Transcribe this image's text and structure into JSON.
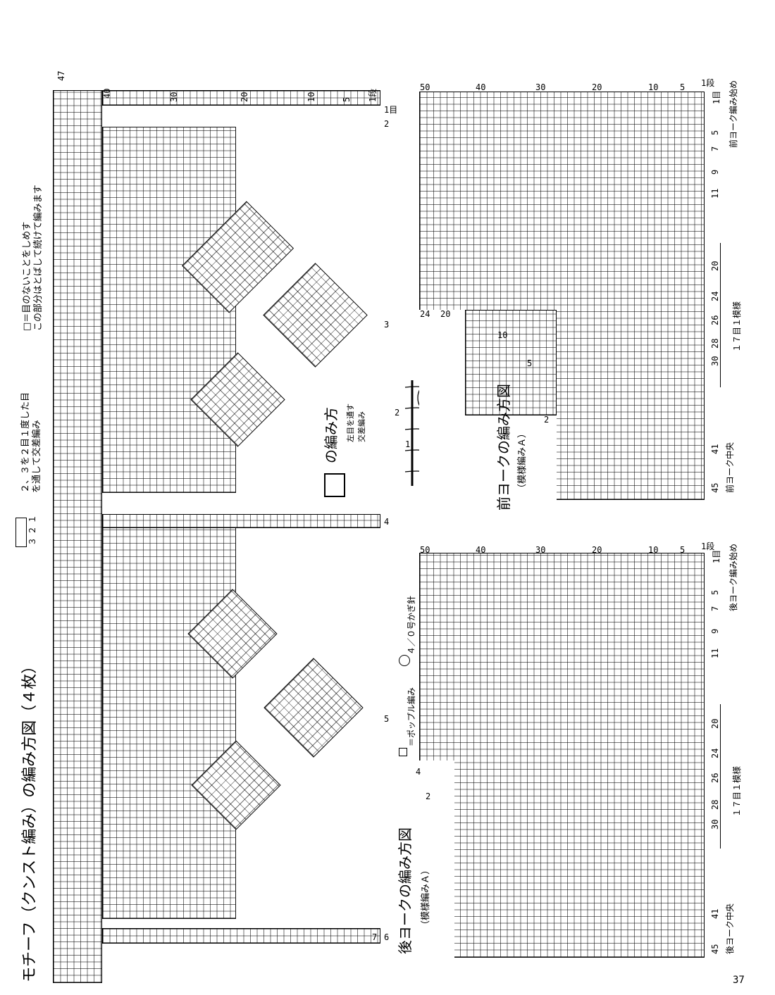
{
  "motif": {
    "title": "モチーフ（クンスト編み）の編み方図（４枚）",
    "symbol_note_1": "２、３を２目１度した目",
    "symbol_note_2": "を通して交差編み",
    "symbol_numbers": "３ ２ １",
    "legend_line_1": "□＝目のないことをしめす",
    "legend_line_2": "この部分はとばして続けて編みます",
    "section_labels": [
      "1目",
      "2",
      "3",
      "4",
      "5",
      "6",
      "7"
    ],
    "row_numbers": [
      "1段",
      "5",
      "10",
      "20",
      "30",
      "40",
      "47"
    ]
  },
  "cross_stitch": {
    "title": "の編み方",
    "caption_1": "左目を通す",
    "caption_2": "交差編み",
    "step_numbers": [
      "1",
      "2"
    ]
  },
  "front_yoke": {
    "title": "前ヨークの編み方図",
    "subtitle": "（模様編みＡ）",
    "row_numbers": [
      "1段",
      "5",
      "10",
      "20",
      "30",
      "40",
      "50"
    ],
    "left_row_numbers": [
      "2",
      "5",
      "10",
      "20",
      "24"
    ],
    "col_numbers": [
      "45",
      "41",
      "30",
      "28",
      "26",
      "24",
      "20",
      "11",
      "9",
      "7",
      "5",
      "1目"
    ],
    "center_label": "前ヨーク中央",
    "start_label": "前ヨーク編み始め",
    "repeat_label": "１７目１模様"
  },
  "back_yoke": {
    "title": "後ヨークの編み方図",
    "subtitle": "（模様編みＡ）",
    "row_numbers": [
      "1段",
      "5",
      "10",
      "20",
      "30",
      "40",
      "50"
    ],
    "left_row_numbers": [
      "2",
      "4"
    ],
    "col_numbers": [
      "45",
      "41",
      "30",
      "28",
      "26",
      "24",
      "20",
      "11",
      "9",
      "7",
      "5",
      "1目"
    ],
    "center_label": "後ヨーク中央",
    "start_label": "後ヨーク編み始め",
    "repeat_label": "１７目１模様",
    "popcorn_label": "＝ポップル編み",
    "needle_label": "４／０号かぎ針"
  },
  "page_number": "37"
}
